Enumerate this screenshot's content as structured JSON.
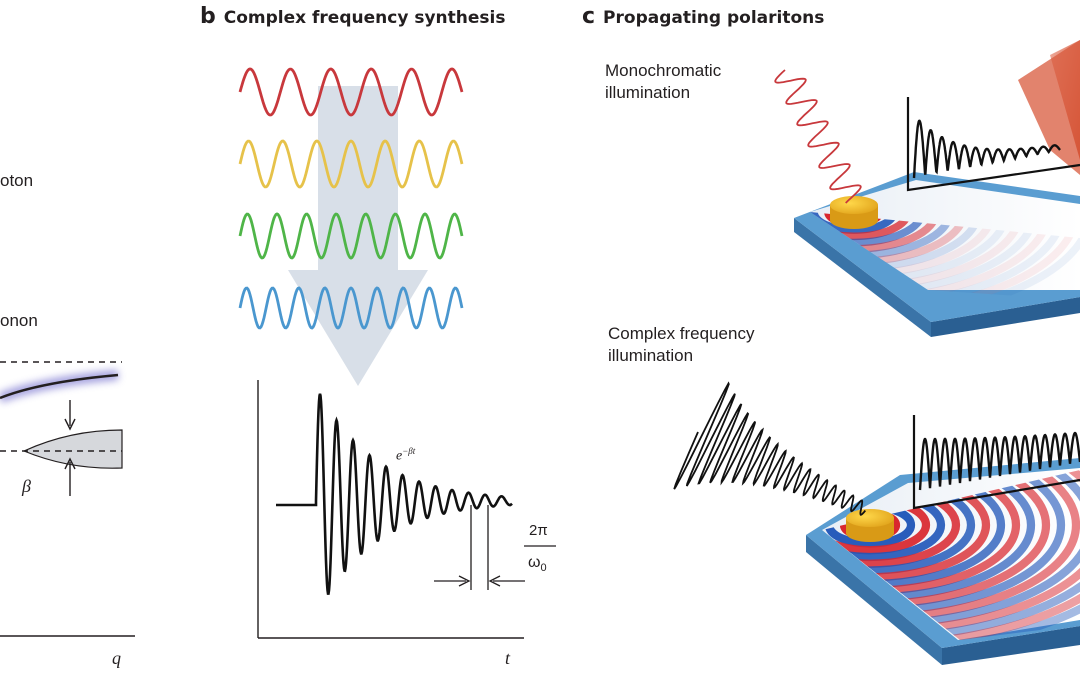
{
  "panel_a": {
    "label_photon": "oton",
    "label_phonon": "onon",
    "label_beta": "β",
    "label_q": "q"
  },
  "panel_b": {
    "letter": "b",
    "title": "Complex frequency synthesis",
    "label_decay": "e",
    "label_decay_exp": "−βt",
    "label_period_num": "2π",
    "label_period_den": "ω",
    "label_period_den_sub": "0",
    "label_t": "t",
    "wave_colors": [
      "#c8383c",
      "#e6c24a",
      "#4fb548",
      "#4a97cf"
    ]
  },
  "panel_c": {
    "letter": "c",
    "title": "Propagating polaritons",
    "label_mono_1": "Monochromatic",
    "label_mono_2": "illumination",
    "label_complex_1": "Complex frequency",
    "label_complex_2": "illumination"
  }
}
